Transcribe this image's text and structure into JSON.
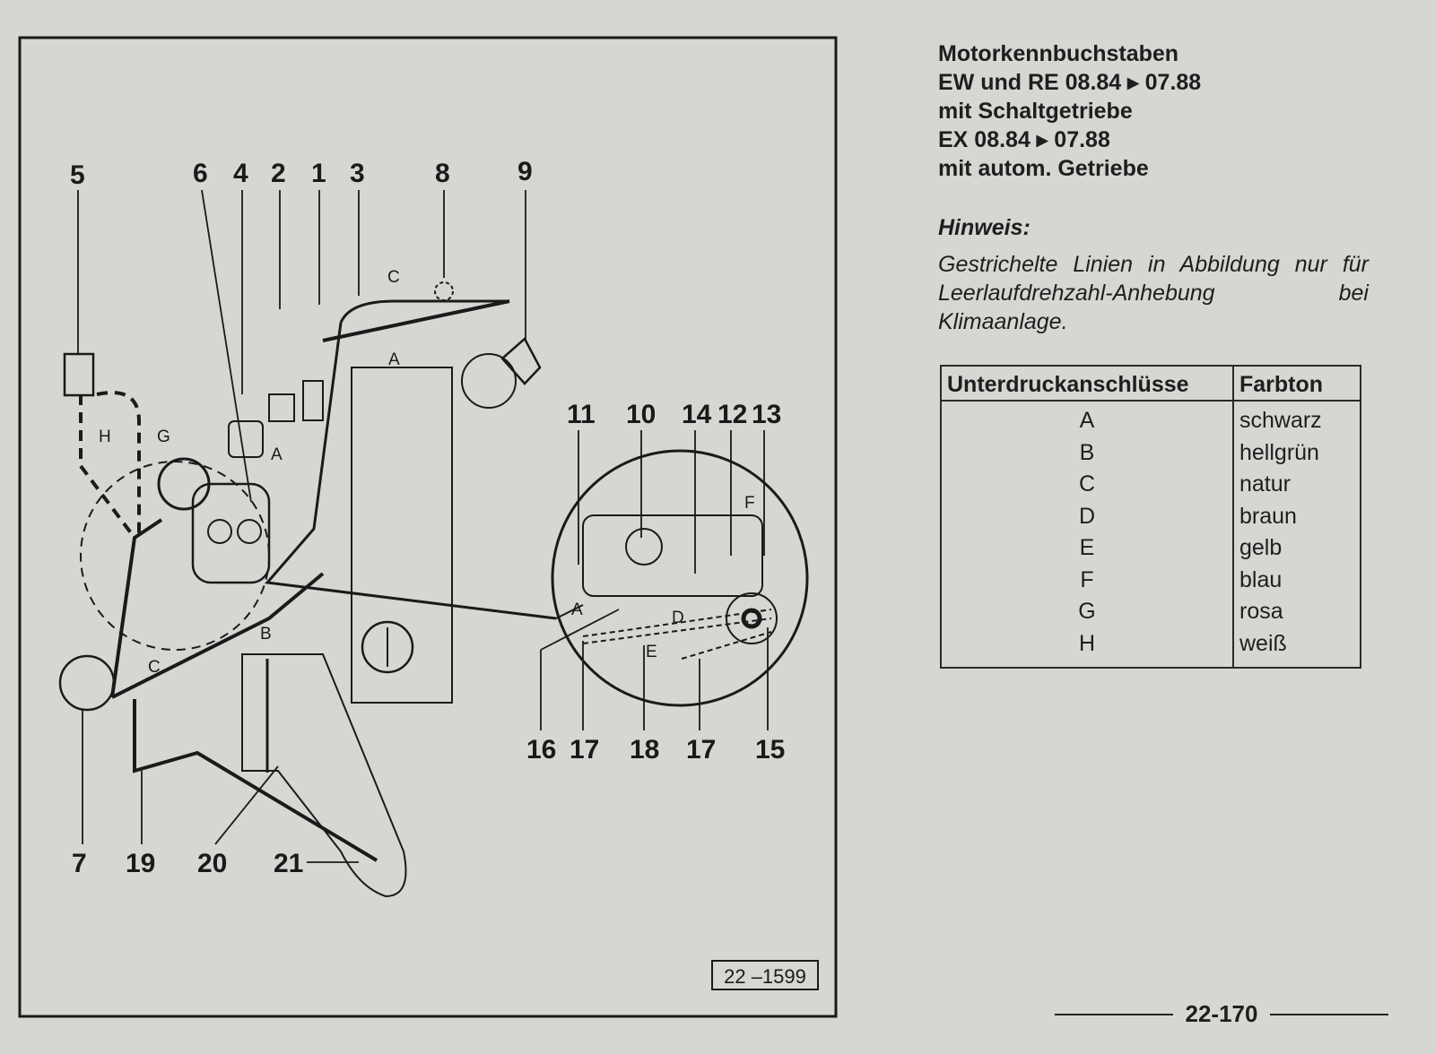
{
  "header": {
    "lines": [
      "Motorkennbuchstaben",
      "EW und RE 08.84 ▸ 07.88",
      "mit Schaltgetriebe",
      "EX 08.84 ▸ 07.88",
      "mit autom. Getriebe"
    ]
  },
  "hint": {
    "title": "Hinweis:",
    "text": "Gestrichelte Linien in Abbildung nur für Leerlaufdrehzahl-Anhebung bei Klimaanlage."
  },
  "table": {
    "headers": [
      "Unterdruckanschlüsse",
      "Farbton"
    ],
    "rows": [
      [
        "A",
        "schwarz"
      ],
      [
        "B",
        "hellgrün"
      ],
      [
        "C",
        "natur"
      ],
      [
        "D",
        "braun"
      ],
      [
        "E",
        "gelb"
      ],
      [
        "F",
        "blau"
      ],
      [
        "G",
        "rosa"
      ],
      [
        "H",
        "weiß"
      ]
    ]
  },
  "diagram": {
    "figure_id": "22 –1599",
    "callouts": {
      "n5": "5",
      "n6": "6",
      "n4": "4",
      "n2": "2",
      "n1": "1",
      "n3": "3",
      "n8": "8",
      "n9": "9",
      "n11": "11",
      "n10": "10",
      "n14": "14",
      "n12": "12",
      "n13": "13",
      "n16": "16",
      "n17a": "17",
      "n18": "18",
      "n17b": "17",
      "n15": "15",
      "n7": "7",
      "n19": "19",
      "n20": "20",
      "n21": "21"
    },
    "letters": {
      "C_top": "C",
      "A_top": "A",
      "H": "H",
      "G": "G",
      "A_mid": "A",
      "B": "B",
      "C_low": "C",
      "F": "F",
      "A_detail": "A",
      "D": "D",
      "E": "E"
    }
  },
  "page_number": "22-170"
}
